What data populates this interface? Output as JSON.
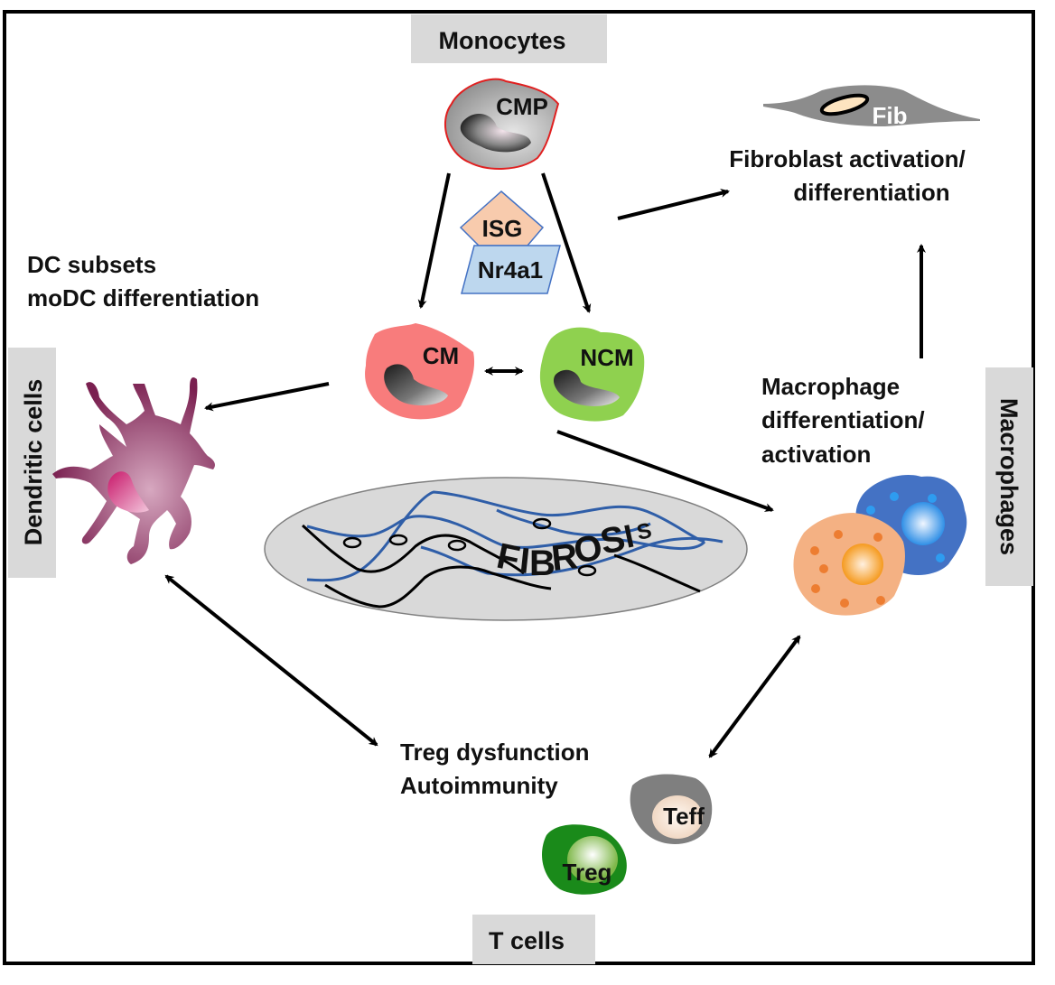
{
  "sections": {
    "monocytes": "Monocytes",
    "dendritic_cells": "Dendritic cells",
    "macrophages": "Macrophages",
    "t_cells": "T cells"
  },
  "cells": {
    "cmp": "CMP",
    "cm": "CM",
    "ncm": "NCM",
    "fib": "Fib",
    "teff": "Teff",
    "treg": "Treg"
  },
  "factors": {
    "isg": "ISG",
    "nr4a1": "Nr4a1"
  },
  "annotations": {
    "fibroblast_line1": "Fibroblast activation/",
    "fibroblast_line2": "differentiation",
    "dc_line1": "DC subsets",
    "dc_line2": "moDC differentiation",
    "macrophage_line1": "Macrophage",
    "macrophage_line2": "differentiation/",
    "macrophage_line3": "activation",
    "tcell_line1": "Treg dysfunction",
    "tcell_line2": "Autoimmunity"
  },
  "center": {
    "fibrosis_letters": [
      "F",
      "I",
      "B",
      "R",
      "O",
      "S",
      "I",
      "S"
    ]
  },
  "colors": {
    "header_bg": "#d9d9d9",
    "cmp_fill": "#a6a6a6",
    "cmp_outline": "#e02020",
    "cm_fill": "#f87c7c",
    "ncm_fill": "#8fd14f",
    "isg_fill": "#f8cbad",
    "nr4a1_fill": "#bdd7ee",
    "factor_border": "#4472c4",
    "dc_fill": "#9b4a75",
    "macrophage_orange": "#f4b183",
    "macrophage_blue": "#4472c4",
    "treg_fill": "#1a8a1a",
    "teff_fill": "#7f7f7f",
    "fibrosis_bg": "#d9d9d9",
    "fiber_blue": "#2f5ea8"
  }
}
